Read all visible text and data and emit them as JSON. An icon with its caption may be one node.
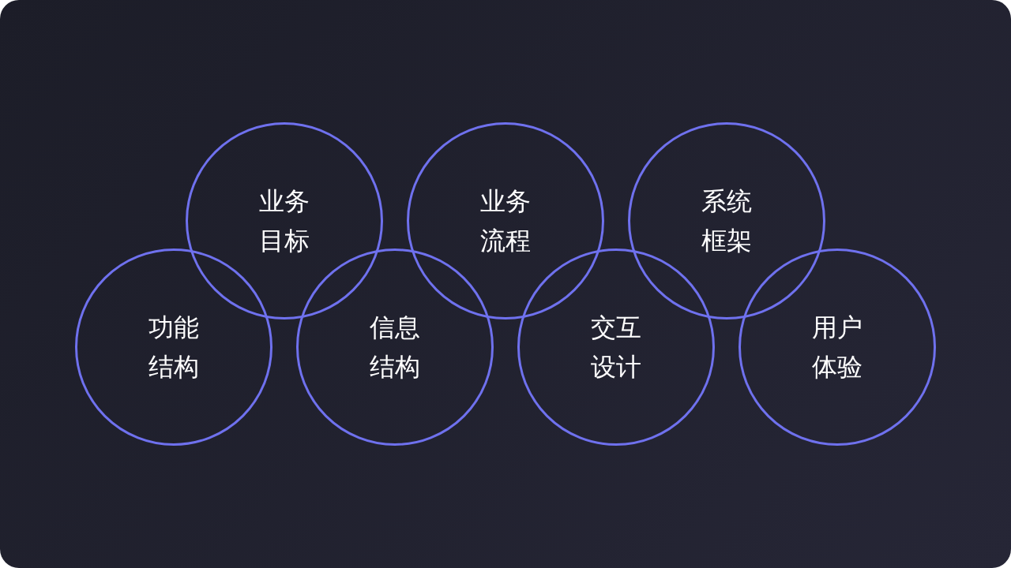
{
  "diagram": {
    "nodes": [
      {
        "text": [
          "功能结构"
        ]
      },
      {
        "text": [
          "业务目标"
        ]
      },
      {
        "text": [
          "信息结构"
        ]
      },
      {
        "text": [
          "业务流程"
        ]
      },
      {
        "text": [
          "交互设计"
        ]
      },
      {
        "text": [
          "系统框架"
        ]
      },
      {
        "text": [
          "用户体验"
        ]
      }
    ]
  }
}
